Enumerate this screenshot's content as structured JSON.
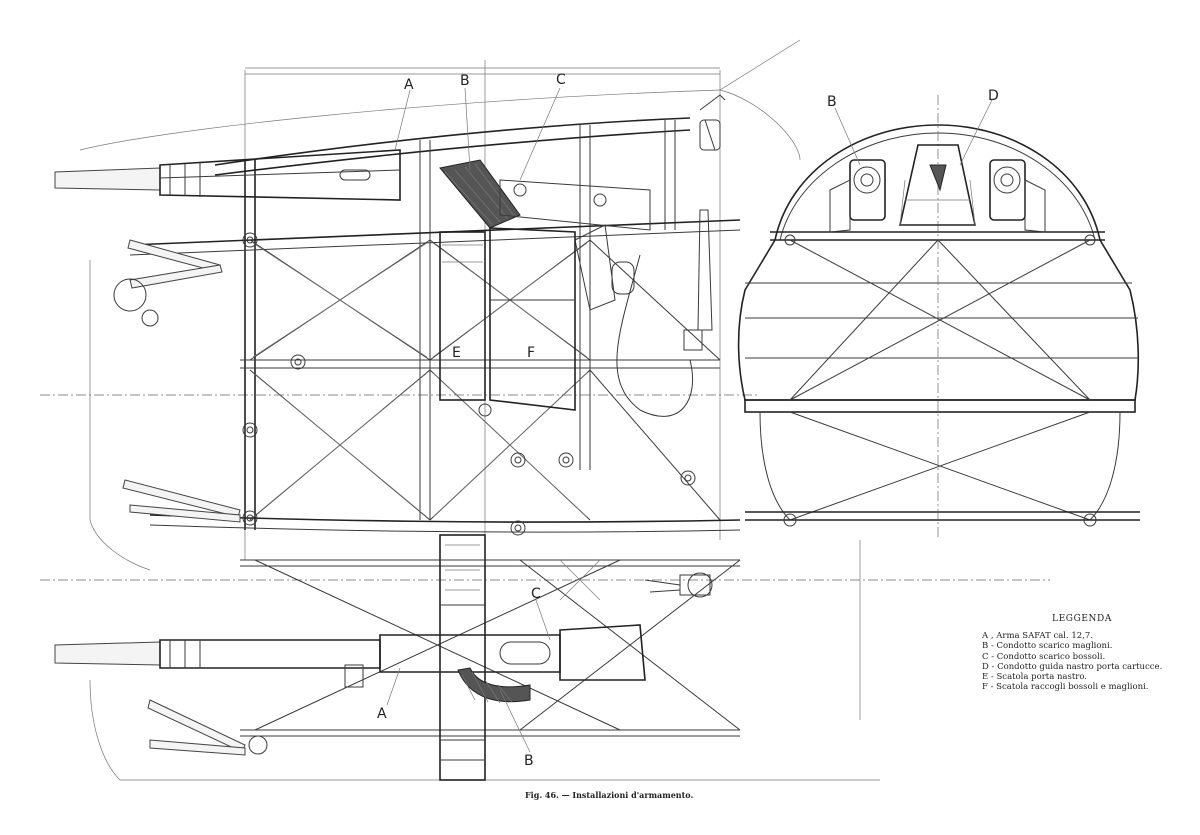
{
  "callouts": {
    "side_view": [
      "A",
      "B",
      "C",
      "E",
      "F"
    ],
    "front_view": [
      "B",
      "D"
    ],
    "plan_view": [
      "C",
      "A",
      "B"
    ]
  },
  "legend": {
    "title": "LEGGENDA",
    "items": [
      "A  , Arma SAFAT cal. 12,7.",
      "B - Condotto scarico maglioni.",
      "C - Condotto scarico bossoli.",
      "D - Condotto guida nastro porta cartucce.",
      "E - Scatola porta nastro.",
      "F - Scatola raccogli bossoli e maglioni."
    ]
  },
  "caption": "Fig. 46. — Installazioni d'armamento."
}
